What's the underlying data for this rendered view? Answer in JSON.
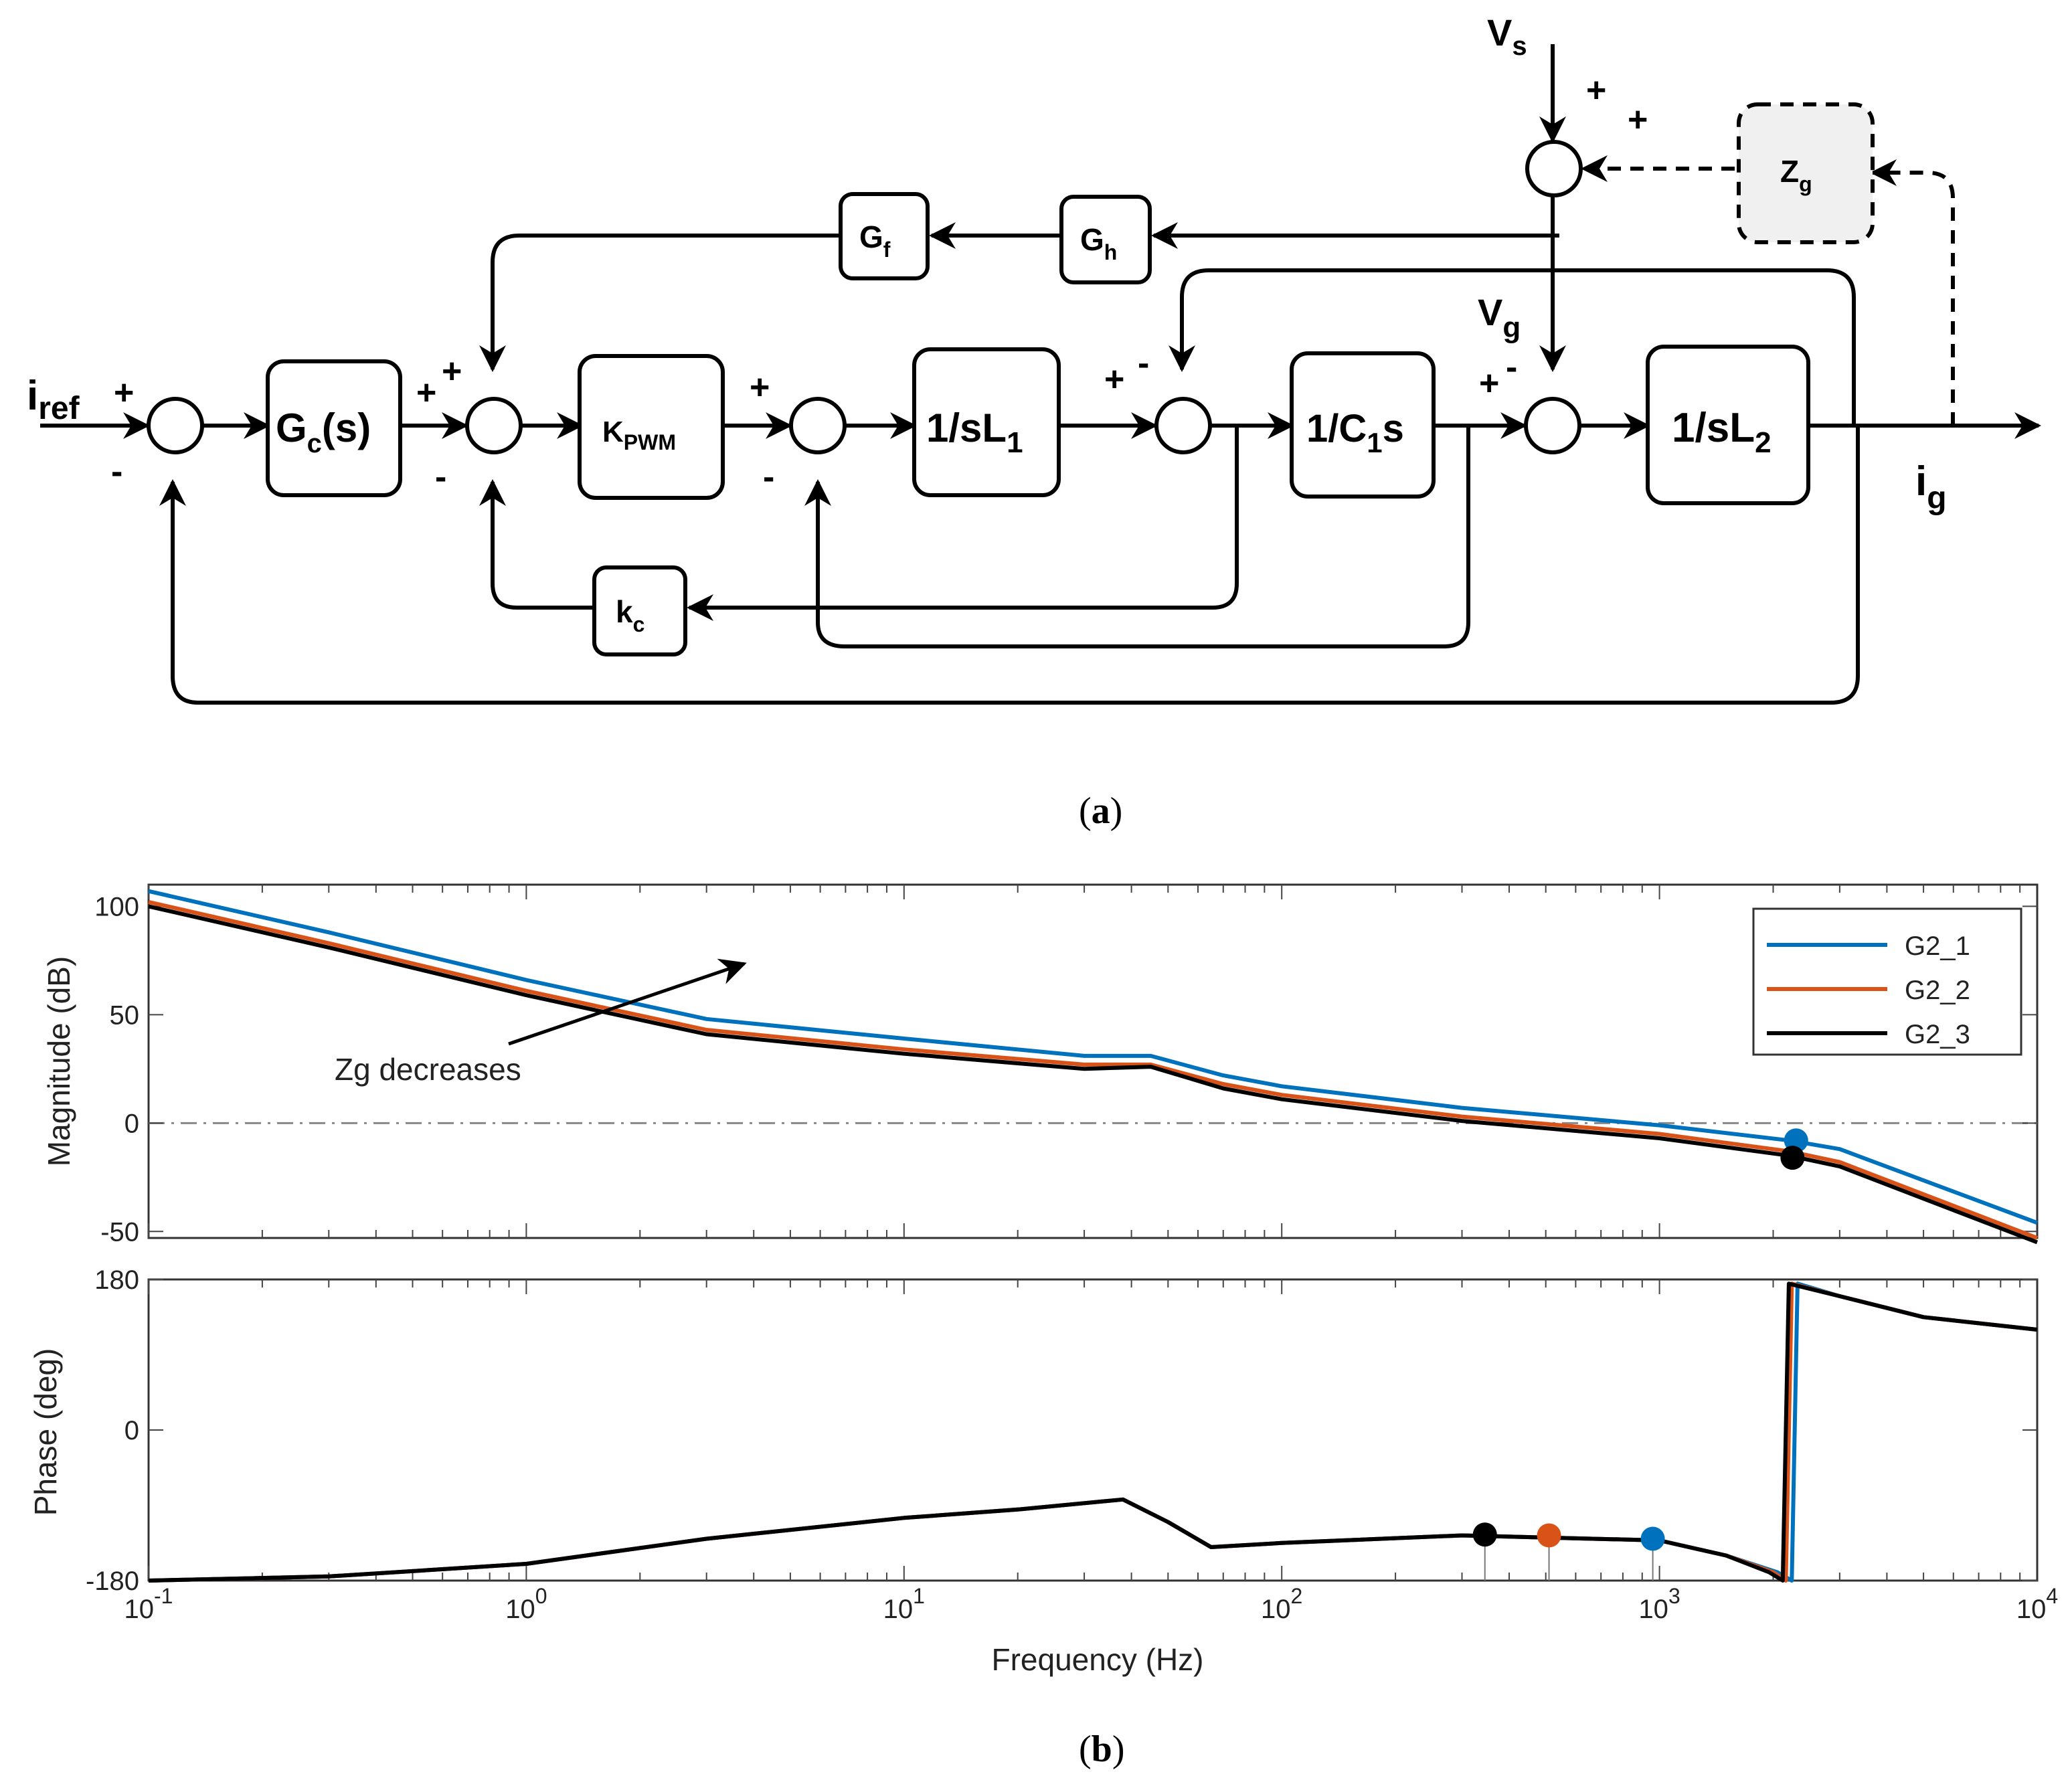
{
  "diagram": {
    "blocks": {
      "gc": "G",
      "gc_sub": "c",
      "gc_tail": "(s)",
      "kpwm": "K",
      "kpwm_sub": "PWM",
      "l1": "1/sL",
      "l1_sub": "1",
      "c1": "1/C",
      "c1_sub": "1",
      "c1_tail": "s",
      "l2": "1/sL",
      "l2_sub": "2",
      "gf": "G",
      "gf_sub": "f",
      "gh": "G",
      "gh_sub": "h",
      "kc": "k",
      "kc_sub": "c",
      "zg": "Z",
      "zg_sub": "g"
    },
    "signals": {
      "iref": "i",
      "iref_sub": "ref",
      "ig": "i",
      "ig_sub": "g",
      "vs": "V",
      "vs_sub": "s",
      "vg": "V",
      "vg_sub": "g"
    },
    "signs": {
      "plus": "+",
      "minus": "-"
    },
    "caption": {
      "open": "(",
      "letter": "a",
      "close": ")"
    }
  },
  "chart_data": {
    "type": "line",
    "xscale": "log",
    "xlim": [
      0.1,
      10000
    ],
    "x_ticks": [
      {
        "base": "10",
        "exp": "-1"
      },
      {
        "base": "10",
        "exp": "0"
      },
      {
        "base": "10",
        "exp": "1"
      },
      {
        "base": "10",
        "exp": "2"
      },
      {
        "base": "10",
        "exp": "3"
      },
      {
        "base": "10",
        "exp": "4"
      }
    ],
    "xlabel": "Frequency  (Hz)",
    "magnitude": {
      "ylabel": "Magnitude (dB)",
      "ylim": [
        -53,
        110
      ],
      "yticks": [
        100,
        50,
        0,
        -50
      ],
      "ytick_labels": [
        "100",
        "50",
        "0",
        "-50"
      ],
      "reference_line": 0,
      "annotation": "Zg decreases",
      "series": [
        {
          "name": "G2_1",
          "color": "#0072bd",
          "x": [
            0.1,
            0.3,
            1,
            3,
            10,
            30,
            45,
            70,
            100,
            300,
            1000,
            2200,
            3000,
            10000
          ],
          "y": [
            107,
            88,
            66,
            48,
            39,
            31,
            31,
            22,
            17,
            7,
            -1,
            -8,
            -12,
            -46
          ]
        },
        {
          "name": "G2_2",
          "color": "#d95319",
          "x": [
            0.1,
            0.3,
            1,
            3,
            10,
            30,
            45,
            70,
            100,
            300,
            1000,
            2200,
            3000,
            10000
          ],
          "y": [
            102,
            83,
            61,
            43,
            34,
            27,
            27,
            18,
            13,
            3,
            -5,
            -13,
            -18,
            -53
          ]
        },
        {
          "name": "G2_3",
          "color": "#000000",
          "x": [
            0.1,
            0.3,
            1,
            3,
            10,
            30,
            45,
            70,
            100,
            300,
            1000,
            2200,
            3000,
            10000
          ],
          "y": [
            100,
            81,
            59,
            41,
            32,
            25,
            26,
            16,
            11,
            1,
            -7,
            -15,
            -20,
            -55
          ]
        }
      ],
      "markers": [
        {
          "x": 2300,
          "y": -8,
          "color": "#0072bd"
        },
        {
          "x": 2250,
          "y": -16,
          "color": "#000000"
        }
      ]
    },
    "phase": {
      "ylabel": "Phase (deg)",
      "ylim": [
        -180,
        180
      ],
      "yticks": [
        180,
        0,
        -180
      ],
      "ytick_labels": [
        "180",
        "0",
        "-180"
      ],
      "series": [
        {
          "name": "G2_1",
          "color": "#0072bd",
          "x": [
            0.1,
            0.3,
            1,
            3,
            10,
            20,
            38,
            50,
            65,
            100,
            300,
            1000,
            1500,
            2050,
            2240,
            2320,
            3000,
            5000,
            10000
          ],
          "y": [
            -180,
            -175,
            -160,
            -130,
            -105,
            -95,
            -83,
            -110,
            -140,
            -135,
            -126,
            -132,
            -150,
            -170,
            -180,
            175,
            160,
            135,
            120
          ]
        },
        {
          "name": "G2_2",
          "color": "#d95319",
          "x": [
            0.1,
            0.3,
            1,
            3,
            10,
            20,
            38,
            50,
            65,
            100,
            300,
            1000,
            1500,
            2000,
            2160,
            2240,
            3000,
            5000,
            10000
          ],
          "y": [
            -180,
            -175,
            -160,
            -130,
            -105,
            -95,
            -83,
            -110,
            -140,
            -135,
            -126,
            -132,
            -150,
            -170,
            -180,
            175,
            160,
            135,
            120
          ]
        },
        {
          "name": "G2_3",
          "color": "#000000",
          "x": [
            0.1,
            0.3,
            1,
            3,
            10,
            20,
            38,
            50,
            65,
            100,
            300,
            1000,
            1500,
            1950,
            2120,
            2200,
            3000,
            5000,
            10000
          ],
          "y": [
            -180,
            -175,
            -160,
            -130,
            -105,
            -95,
            -83,
            -110,
            -140,
            -135,
            -126,
            -132,
            -150,
            -170,
            -180,
            175,
            160,
            135,
            120
          ]
        }
      ],
      "markers": [
        {
          "x": 345,
          "y": -125,
          "color": "#000000"
        },
        {
          "x": 510,
          "y": -126,
          "color": "#d95319"
        },
        {
          "x": 960,
          "y": -130,
          "color": "#0072bd"
        }
      ]
    },
    "legend": {
      "placement": "top-right"
    }
  },
  "caption_b": {
    "open": "(",
    "letter": "b",
    "close": ")"
  }
}
